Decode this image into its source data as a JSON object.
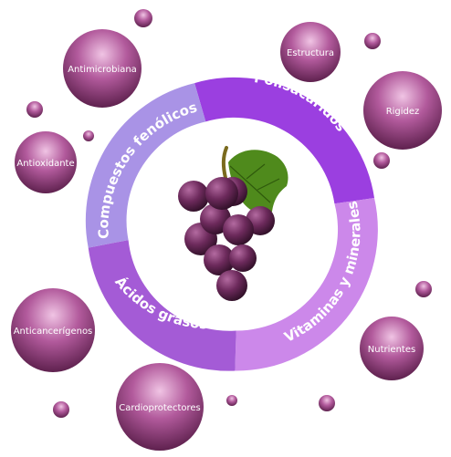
{
  "ring_segments": [
    {
      "label": "Polisacáridos",
      "color": "#9b3fe0"
    },
    {
      "label": "Vitaminas y minerales",
      "color": "#cc88ea"
    },
    {
      "label": "Ácidos grasos",
      "color": "#a45bd6"
    },
    {
      "label": "Compuestos fenólicos",
      "color": "#a993e6"
    }
  ],
  "bubbles": [
    {
      "label": "Antimicrobiana"
    },
    {
      "label": "Estructura"
    },
    {
      "label": "Rigidez"
    },
    {
      "label": "Antioxidante"
    },
    {
      "label": "Anticancerígenos"
    },
    {
      "label": "Nutrientes"
    },
    {
      "label": "Cardioprotectores"
    }
  ],
  "colors": {
    "bubble_light": "#e6a8d6",
    "bubble_mid": "#9c3d85",
    "bubble_dark": "#5a1e4a",
    "grape_light": "#8e4a7c",
    "grape_dark": "#3a1330",
    "leaf": "#4f8a1c",
    "stem": "#7a6a1e"
  }
}
